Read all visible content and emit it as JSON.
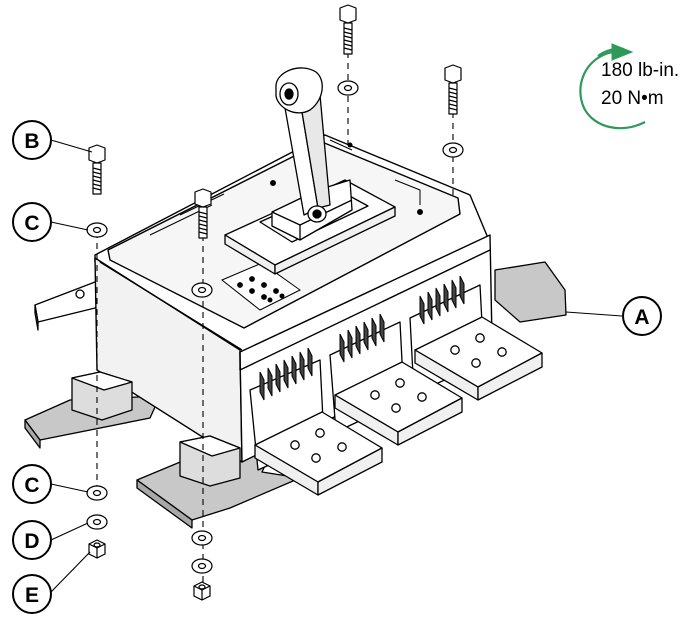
{
  "torque": {
    "line1": "180 lb-in.",
    "line2": "20 N•m",
    "arrow_color": "#2e9a5a"
  },
  "callouts": {
    "a": "A",
    "b": "B",
    "c_top": "C",
    "c_bottom": "C",
    "d": "D",
    "e": "E"
  },
  "colors": {
    "line": "#000000",
    "fill_white": "#ffffff",
    "fill_light": "#f0f0f0",
    "fill_gray": "#c8c8c8",
    "fill_dark_gray": "#a8a8a8"
  }
}
